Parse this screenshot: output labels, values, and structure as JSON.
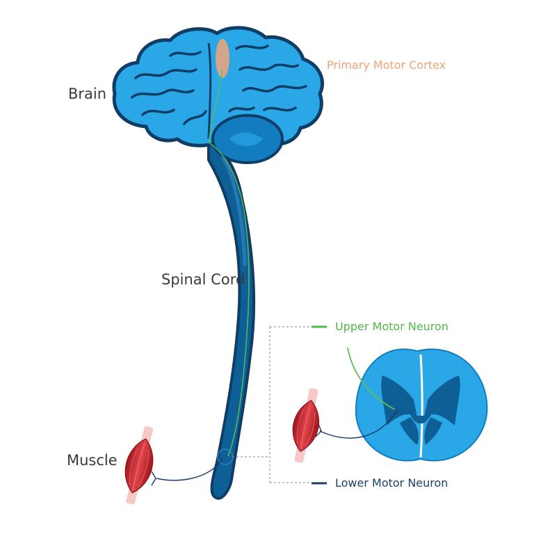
{
  "labels": {
    "brain": "Brain",
    "primary_motor_cortex": "Primary Motor Cortex",
    "spinal_cord": "Spinal Cord",
    "muscle": "Muscle",
    "upper_motor_neuron": "Upper Motor Neuron",
    "lower_motor_neuron": "Lower Motor Neuron"
  },
  "colors": {
    "brain_light": "#2aa7e6",
    "brain_dark": "#0d5f96",
    "outline": "#0f3d66",
    "cortex": "#e7a57e",
    "upper_neuron": "#5cbf5a",
    "lower_neuron": "#1b3f68",
    "muscle": "#c8232a",
    "tendon": "#f6c9c7"
  }
}
